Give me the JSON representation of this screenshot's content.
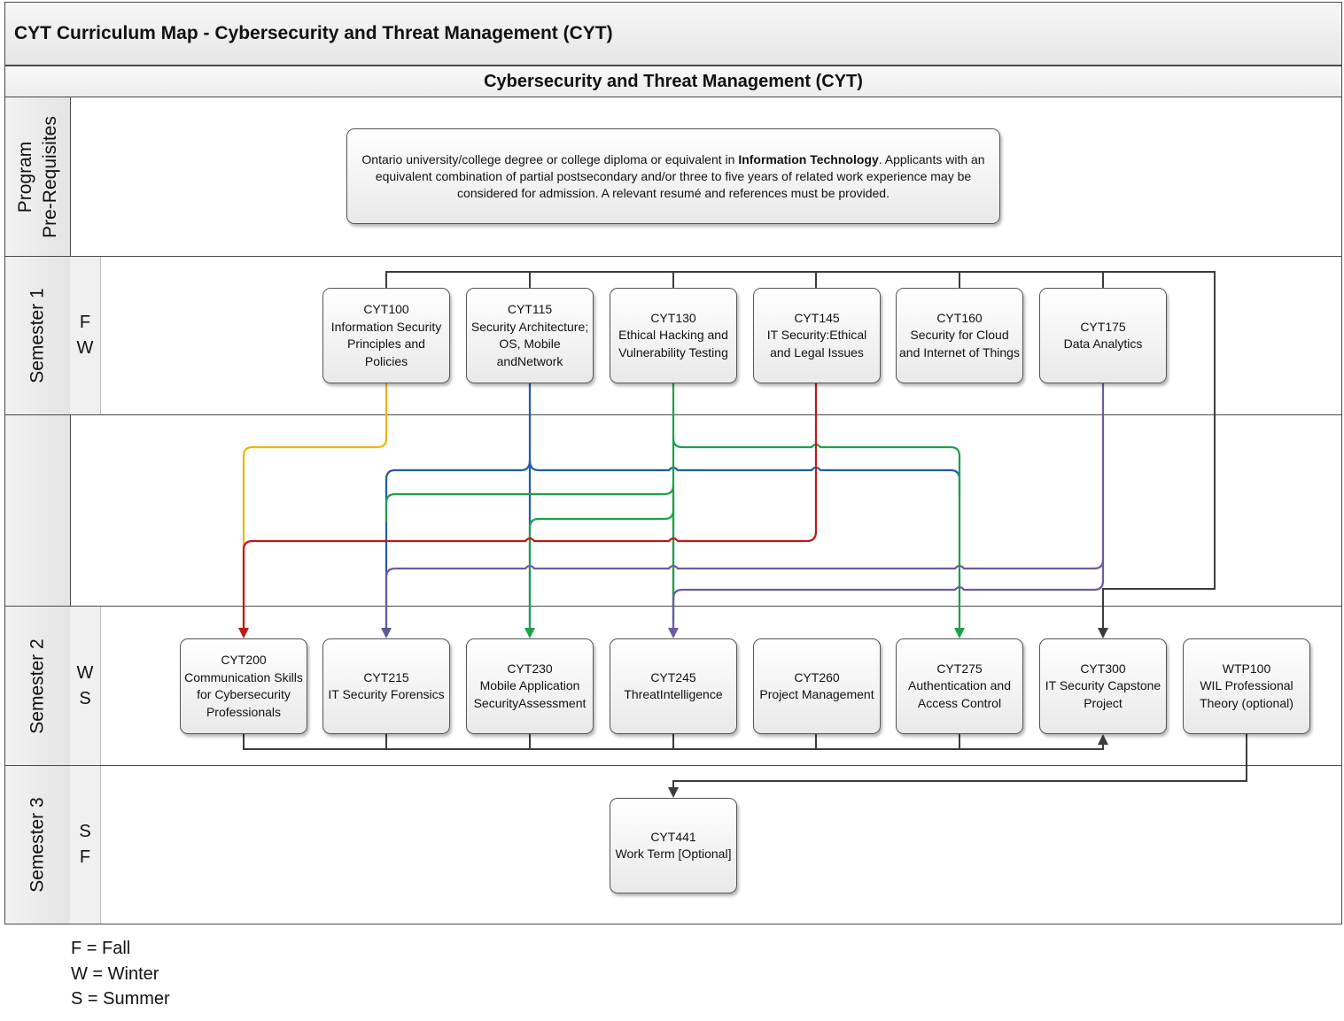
{
  "title": "CYT Curriculum Map - Cybersecurity and Threat Management (CYT)",
  "subtitle": "Cybersecurity and Threat Management (CYT)",
  "lanes": {
    "prereq": {
      "label_line1": "Program",
      "label_line2": "Pre-Requisites"
    },
    "sem1": {
      "label": "Semester 1",
      "terms": [
        "F",
        "W"
      ]
    },
    "sem2": {
      "label": "Semester 2",
      "terms": [
        "W",
        "S"
      ]
    },
    "sem3": {
      "label": "Semester 3",
      "terms": [
        "S",
        "F"
      ]
    }
  },
  "prereq_text": {
    "before_bold": "Ontario university/college degree or college diploma or equivalent in ",
    "bold": "Information Technology",
    "after_bold": ". Applicants with an equivalent combination of partial postsecondary and/or three to five years of related work experience may be considered for admission. A relevant resumé and references must be provided."
  },
  "courses": {
    "cyt100": {
      "code": "CYT100",
      "name": "Information Security Principles and Policies"
    },
    "cyt115": {
      "code": "CYT115",
      "name": "Security Architecture; OS, Mobile andNetwork"
    },
    "cyt130": {
      "code": "CYT130",
      "name": "Ethical Hacking and Vulnerability Testing"
    },
    "cyt145": {
      "code": "CYT145",
      "name": "IT Security:Ethical and Legal Issues"
    },
    "cyt160": {
      "code": "CYT160",
      "name": "Security for Cloud and Internet of Things"
    },
    "cyt175": {
      "code": "CYT175",
      "name": "Data Analytics"
    },
    "cyt200": {
      "code": "CYT200",
      "name": "Communication Skills for Cybersecurity Professionals"
    },
    "cyt215": {
      "code": "CYT215",
      "name": "IT Security Forensics"
    },
    "cyt230": {
      "code": "CYT230",
      "name": "Mobile Application SecurityAssessment"
    },
    "cyt245": {
      "code": "CYT245",
      "name": "ThreatIntelligence"
    },
    "cyt260": {
      "code": "CYT260",
      "name": "Project Management"
    },
    "cyt275": {
      "code": "CYT275",
      "name": "Authentication and Access Control"
    },
    "cyt300": {
      "code": "CYT300",
      "name": "IT Security Capstone Project"
    },
    "wtp100": {
      "code": "WTP100",
      "name": "WIL Professional Theory (optional)"
    },
    "cyt441": {
      "code": "CYT441",
      "name": "Work Term [Optional]"
    }
  },
  "legend": [
    "F = Fall",
    "W = Winter",
    "S = Summer"
  ],
  "colors": {
    "cyt100_flow": "#f0b400",
    "cyt115_flow": "#1f5fa8",
    "cyt130_flow": "#1aa14a",
    "cyt145_flow": "#c01818",
    "cyt175_flow": "#6e5a9e",
    "capstone_flow": "#3c3c3c"
  }
}
